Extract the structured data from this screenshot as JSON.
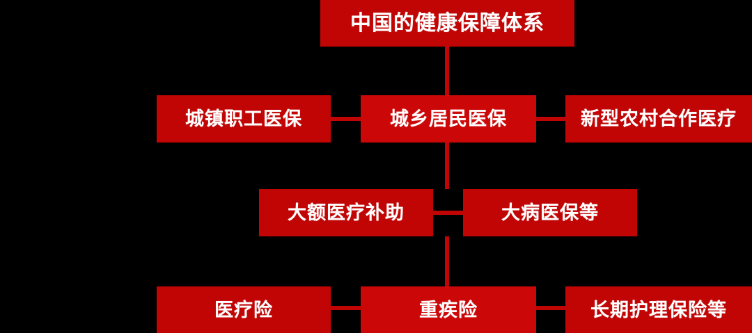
{
  "diagram": {
    "title_node": {
      "label": "中国的健康保障体系",
      "color": "#c10505"
    },
    "row2": [
      {
        "label": "城镇职工医保",
        "color": "#c10505"
      },
      {
        "label": "城乡居民医保",
        "color": "#cc0707"
      },
      {
        "label": "新型农村合作医疗",
        "color": "#c10505"
      }
    ],
    "row3": [
      {
        "label": "大额医疗补助",
        "color": "#c10505"
      },
      {
        "label": "大病医保等",
        "color": "#c10505"
      }
    ],
    "row4": [
      {
        "label": "医疗险",
        "color": "#c10505"
      },
      {
        "label": "重疾险",
        "color": "#cc0707"
      },
      {
        "label": "长期护理保险等",
        "color": "#c10505"
      }
    ],
    "colors": {
      "background": "#000000",
      "node_red": "#c10505",
      "node_red_bright": "#cc0707",
      "text": "#ffffff"
    }
  }
}
